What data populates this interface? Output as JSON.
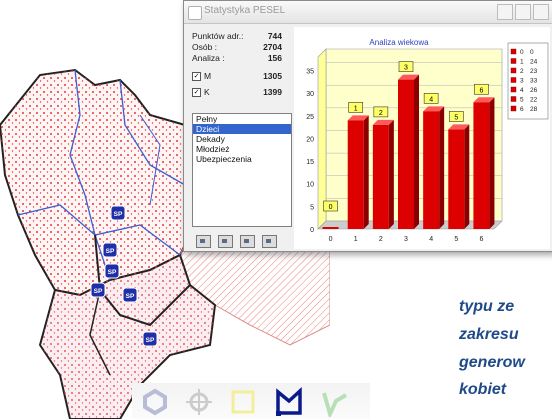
{
  "window": {
    "title": "Statystyka PESEL"
  },
  "stats": {
    "points_label": "Punktów adr.:",
    "points_value": "744",
    "persons_label": "Osób :",
    "persons_value": "2704",
    "analysis_label": "Analiza :",
    "analysis_value": "156"
  },
  "gender": [
    {
      "label": "M",
      "value": "1305",
      "checked": true
    },
    {
      "label": "K",
      "value": "1399",
      "checked": true
    }
  ],
  "category_list": {
    "items": [
      "Pełny",
      "Dzieci",
      "Dekady",
      "Młodzież",
      "Ubezpieczenia"
    ],
    "selected_index": 1
  },
  "chart_data": {
    "type": "bar",
    "title": "Analiza wiekowa",
    "categories": [
      "0",
      "1",
      "2",
      "3",
      "4",
      "5",
      "6"
    ],
    "values": [
      0,
      24,
      23,
      33,
      26,
      22,
      28
    ],
    "bar_labels": [
      "0",
      "1",
      "2",
      "3",
      "4",
      "5",
      "6"
    ],
    "yticks": [
      0,
      5,
      10,
      15,
      20,
      25,
      30,
      35
    ],
    "ylim": [
      0,
      38
    ],
    "grid": true,
    "legend_position": "right",
    "legend": [
      {
        "label": "0",
        "value": "0"
      },
      {
        "label": "1",
        "value": "24"
      },
      {
        "label": "2",
        "value": "23"
      },
      {
        "label": "3",
        "value": "33"
      },
      {
        "label": "4",
        "value": "26"
      },
      {
        "label": "5",
        "value": "22"
      },
      {
        "label": "6",
        "value": "28"
      }
    ],
    "colors": {
      "bar": "#dd0000",
      "bar_side": "#8a0000",
      "bar_top": "#ff5a5a",
      "label_bg": "#ffff66",
      "wall": "#ffffcc"
    }
  },
  "paragraph": {
    "lines": [
      "typu ze",
      "zakresu",
      "generow",
      "kobiet"
    ]
  },
  "map": {
    "markers": [
      "SP",
      "SP",
      "SP",
      "SP",
      "SP",
      "SP"
    ]
  },
  "toolbar": {
    "tools": [
      "polygon-tool-icon",
      "crosshair-tool-icon",
      "rectangle-tool-icon",
      "select-polygon-tool-icon",
      "polyline-tool-icon"
    ]
  }
}
